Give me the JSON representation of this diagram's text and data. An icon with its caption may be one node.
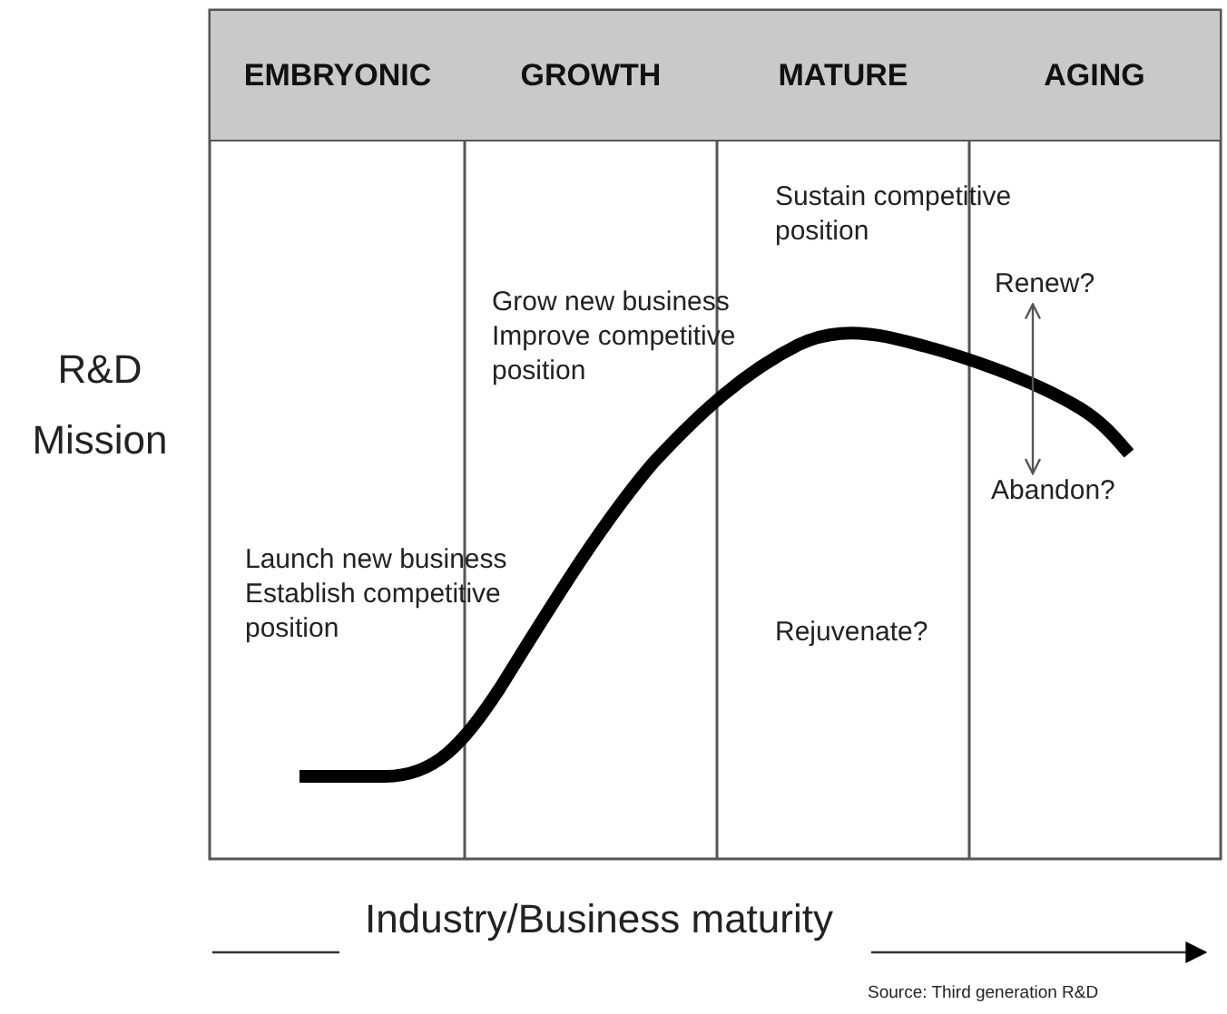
{
  "diagram": {
    "nodes": [
      {
        "text": [
          "Renew?"
        ]
      },
      {
        "text": [
          "Abandon?"
        ]
      }
    ],
    "edges": [
      {
        "from": 0,
        "to": 1,
        "arrow": "both"
      }
    ],
    "labels": [
      "EMBRYONIC",
      "GROWTH",
      "MATURE",
      "AGING",
      "R&D Mission",
      "Sustain competitive position",
      "Grow new business",
      "Improve competitive position",
      "Launch new business",
      "Establish competitive position",
      "Rejuvenate?",
      "Industry/Business maturity",
      "Source: Third generation R&D"
    ]
  }
}
